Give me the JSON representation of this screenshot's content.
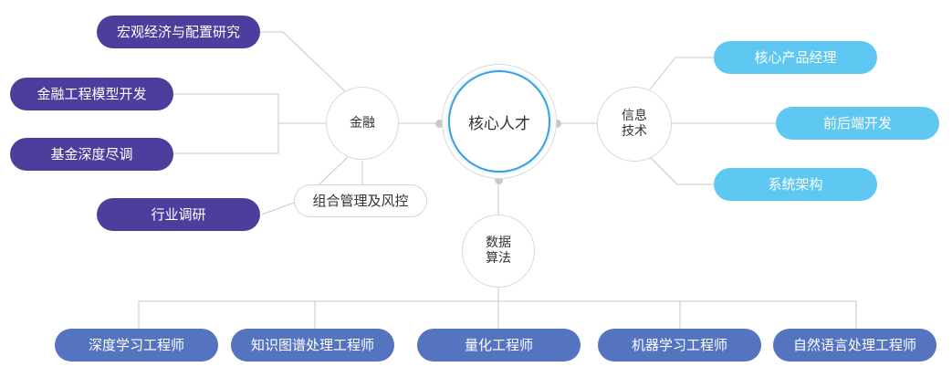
{
  "center": {
    "label": "核心人才"
  },
  "finance": {
    "label": "金融",
    "items": [
      "宏观经济与配置研究",
      "金融工程模型开发",
      "基金深度尽调",
      "行业调研"
    ],
    "extra": "组合管理及风控"
  },
  "tech": {
    "label": [
      "信息",
      "技术"
    ],
    "items": [
      "核心产品经理",
      "前后端开发",
      "系统架构"
    ]
  },
  "algo": {
    "label": [
      "数据",
      "算法"
    ],
    "items": [
      "深度学习工程师",
      "知识图谱处理工程师",
      "量化工程师",
      "机器学习工程师",
      "自然语言处理工程师"
    ]
  },
  "colors": {
    "finance_pill": "#4e3d9c",
    "tech_pill": "#5ec8f2",
    "algo_pill": "#5574c0",
    "center_ring": "#3aa0e0",
    "line": "#c8c8c8"
  }
}
